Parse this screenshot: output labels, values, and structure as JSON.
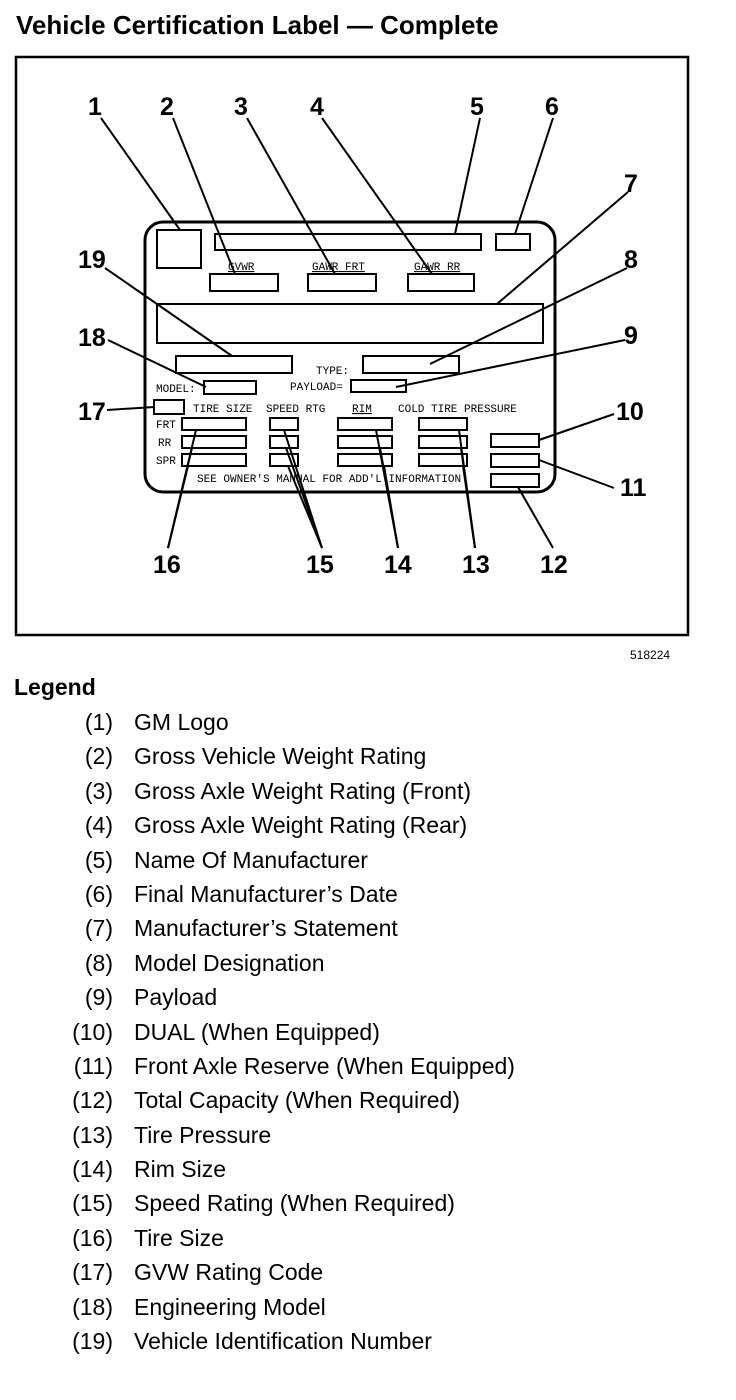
{
  "title": "Vehicle Certification Label — Complete",
  "figure_id": "518224",
  "label_text": {
    "gvwr": "GVWR",
    "gawr_frt": "GAWR FRT",
    "gawr_rr": "GAWR RR",
    "type": "TYPE:",
    "model": "MODEL:",
    "payload": "PAYLOAD=",
    "tire_size": "TIRE SIZE",
    "speed_rtg": "SPEED RTG",
    "rim": "RIM",
    "cold_tire_pressure": "COLD TIRE PRESSURE",
    "frt": "FRT",
    "rr": "RR",
    "spr": "SPR",
    "footer": "SEE OWNER'S MANUAL FOR ADD'L INFORMATION"
  },
  "callouts": [
    "1",
    "2",
    "3",
    "4",
    "5",
    "6",
    "7",
    "8",
    "9",
    "10",
    "11",
    "12",
    "13",
    "14",
    "15",
    "16",
    "17",
    "18",
    "19"
  ],
  "legend": {
    "title": "Legend",
    "items": [
      {
        "num": "(1)",
        "text": "GM Logo"
      },
      {
        "num": "(2)",
        "text": "Gross Vehicle Weight Rating"
      },
      {
        "num": "(3)",
        "text": "Gross Axle Weight Rating (Front)"
      },
      {
        "num": "(4)",
        "text": "Gross Axle Weight Rating (Rear)"
      },
      {
        "num": "(5)",
        "text": "Name Of Manufacturer"
      },
      {
        "num": "(6)",
        "text": "Final Manufacturer’s Date"
      },
      {
        "num": "(7)",
        "text": "Manufacturer’s Statement"
      },
      {
        "num": "(8)",
        "text": "Model Designation"
      },
      {
        "num": "(9)",
        "text": "Payload"
      },
      {
        "num": "(10)",
        "text": "DUAL (When Equipped)"
      },
      {
        "num": "(11)",
        "text": "Front Axle Reserve (When Equipped)"
      },
      {
        "num": "(12)",
        "text": "Total Capacity (When Required)"
      },
      {
        "num": "(13)",
        "text": "Tire Pressure"
      },
      {
        "num": "(14)",
        "text": "Rim Size"
      },
      {
        "num": "(15)",
        "text": "Speed Rating (When Required)"
      },
      {
        "num": "(16)",
        "text": "Tire Size"
      },
      {
        "num": "(17)",
        "text": "GVW Rating Code"
      },
      {
        "num": "(18)",
        "text": "Engineering Model"
      },
      {
        "num": "(19)",
        "text": "Vehicle Identification Number"
      }
    ]
  }
}
